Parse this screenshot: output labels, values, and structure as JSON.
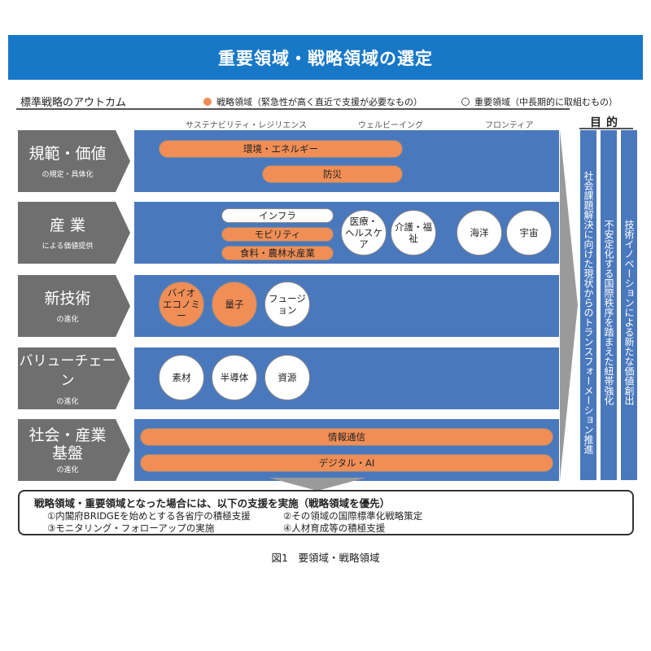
{
  "title": "重要領域・戦略領域の選定",
  "outcome_label": "標準戦略のアウトカム",
  "legend": {
    "strategic": "戦略領域（緊急性が高く直近で支援が必要なもの）",
    "important": "重要領域（中長期的に取組むもの）"
  },
  "columns": [
    "サステナビリティ・レジリエンス",
    "ウェルビーイング",
    "フロンティア"
  ],
  "purpose_label": "目的",
  "rows": [
    {
      "main": "規範・価値",
      "sub": "の規定・具体化"
    },
    {
      "main": "産 業",
      "sub": "による価値提供"
    },
    {
      "main": "新技術",
      "sub": "の進化"
    },
    {
      "main": "バリューチェーン",
      "sub": "の進化"
    },
    {
      "main": "社会・産業\n基盤",
      "sub": "の進化"
    }
  ],
  "pills": {
    "env_energy": "環境・エネルギー",
    "disaster": "防災",
    "infra": "インフラ",
    "mobility": "モビリティ",
    "food_agri": "食料・農林水産業",
    "ict": "情報通信",
    "digital_ai": "デジタル・AI"
  },
  "circles": {
    "medical": "医療・\nヘルスケア",
    "care": "介護・福祉",
    "ocean": "海洋",
    "space": "宇宙",
    "bio": "バイオ\nエコノミー",
    "quantum": "量子",
    "fusion": "フュージョン",
    "materials": "素材",
    "semiconductor": "半導体",
    "resources": "資源"
  },
  "goals": [
    "社会課題解決に向けた現状からのトランスフォーメーション推進",
    "不安定化する国際秩序を踏まえた紐帯強化",
    "技術イノベーションによる新たな価値創出"
  ],
  "support": {
    "head": "戦略領域・重要領域となった場合には、以下の支援を実施（戦略領域を優先）",
    "items": [
      "①内閣府BRIDGEを始めとする各省庁の積極支援",
      "②その領域の国際標準化戦略策定",
      "③モニタリング・フォローアップの実施",
      "④人材育成等の積極支援"
    ]
  },
  "caption": "図1　要領域・戦略領域",
  "colors": {
    "banner": "#1778c8",
    "band": "#4a78bd",
    "orange": "#f08e56",
    "label_gray": "#6f6f6f"
  }
}
